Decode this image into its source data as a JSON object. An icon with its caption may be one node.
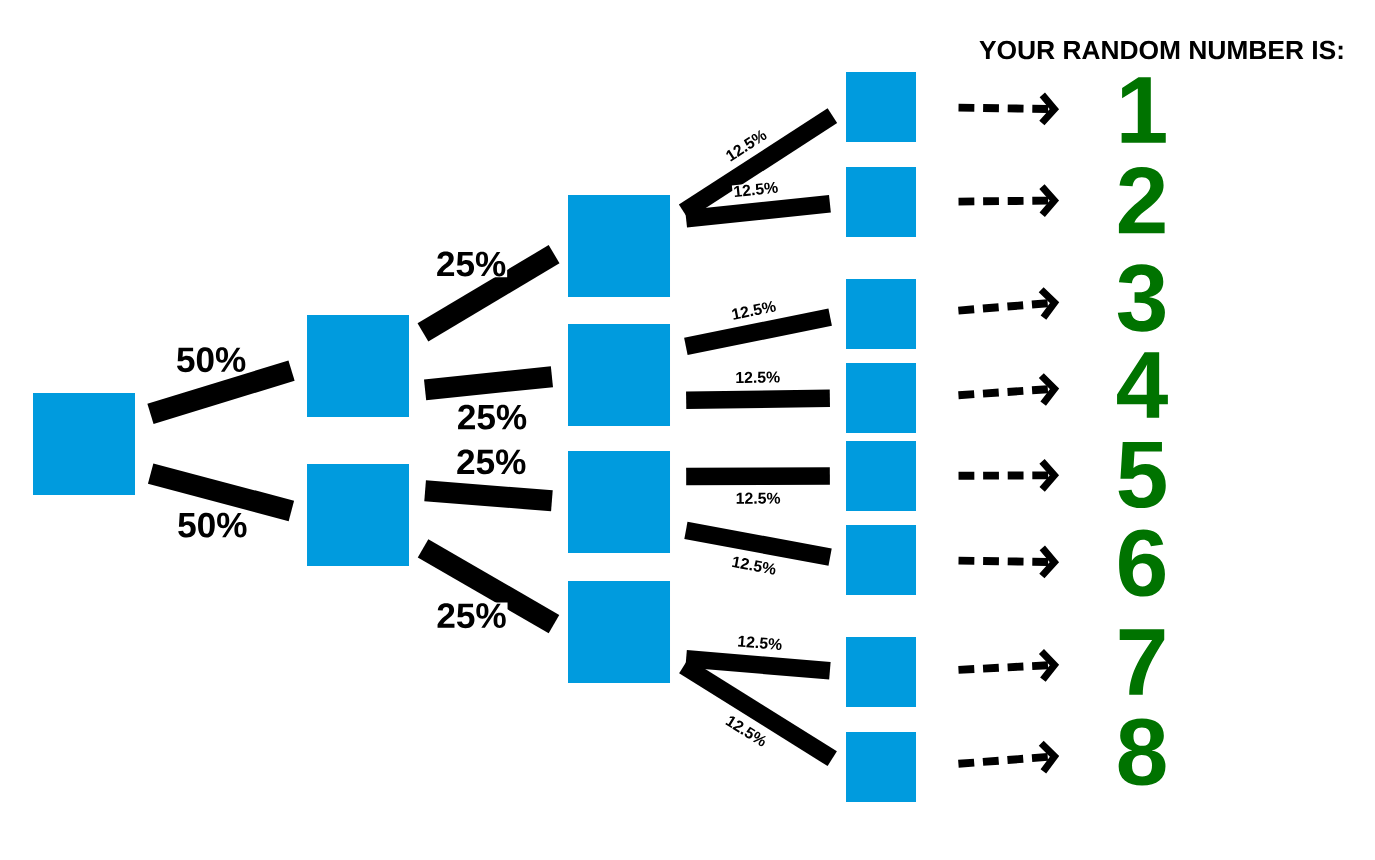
{
  "diagram": {
    "title": "YOUR RANDOM NUMBER IS:",
    "nodes": [
      {
        "text": [],
        "shape": "box"
      },
      {
        "text": [],
        "shape": "box"
      },
      {
        "text": [],
        "shape": "box"
      },
      {
        "text": [],
        "shape": "box"
      },
      {
        "text": [],
        "shape": "box"
      },
      {
        "text": [],
        "shape": "box"
      },
      {
        "text": [],
        "shape": "box"
      },
      {
        "text": [],
        "shape": "box"
      },
      {
        "text": [],
        "shape": "box"
      },
      {
        "text": [],
        "shape": "box"
      },
      {
        "text": [],
        "shape": "box"
      },
      {
        "text": [],
        "shape": "box"
      },
      {
        "text": [],
        "shape": "box"
      },
      {
        "text": [],
        "shape": "box"
      },
      {
        "text": [],
        "shape": "box"
      },
      {
        "text": [
          "1"
        ]
      },
      {
        "text": [
          "2"
        ]
      },
      {
        "text": [
          "3"
        ]
      },
      {
        "text": [
          "4"
        ]
      },
      {
        "text": [
          "5"
        ]
      },
      {
        "text": [
          "6"
        ]
      },
      {
        "text": [
          "7"
        ]
      },
      {
        "text": [
          "8"
        ]
      }
    ],
    "edges": [
      {
        "from": 0,
        "to": 1,
        "arrow": "none",
        "label": "50%"
      },
      {
        "from": 0,
        "to": 2,
        "arrow": "none",
        "label": "50%"
      },
      {
        "from": 1,
        "to": 3,
        "arrow": "none",
        "label": "25%"
      },
      {
        "from": 1,
        "to": 4,
        "arrow": "none",
        "label": "25%"
      },
      {
        "from": 2,
        "to": 5,
        "arrow": "none",
        "label": "25%"
      },
      {
        "from": 2,
        "to": 6,
        "arrow": "none",
        "label": "25%"
      },
      {
        "from": 3,
        "to": 7,
        "arrow": "none",
        "label": "12.5%"
      },
      {
        "from": 3,
        "to": 8,
        "arrow": "none",
        "label": "12.5%"
      },
      {
        "from": 4,
        "to": 9,
        "arrow": "none",
        "label": "12.5%"
      },
      {
        "from": 4,
        "to": 10,
        "arrow": "none",
        "label": "12.5%"
      },
      {
        "from": 5,
        "to": 11,
        "arrow": "none",
        "label": "12.5%"
      },
      {
        "from": 5,
        "to": 12,
        "arrow": "none",
        "label": "12.5%"
      },
      {
        "from": 6,
        "to": 13,
        "arrow": "none",
        "label": "12.5%"
      },
      {
        "from": 6,
        "to": 14,
        "arrow": "none",
        "label": "12.5%"
      },
      {
        "from": 7,
        "to": 15,
        "arrow": "to",
        "style": "dashed"
      },
      {
        "from": 8,
        "to": 16,
        "arrow": "to",
        "style": "dashed"
      },
      {
        "from": 9,
        "to": 17,
        "arrow": "to",
        "style": "dashed"
      },
      {
        "from": 10,
        "to": 18,
        "arrow": "to",
        "style": "dashed"
      },
      {
        "from": 11,
        "to": 19,
        "arrow": "to",
        "style": "dashed"
      },
      {
        "from": 12,
        "to": 20,
        "arrow": "to",
        "style": "dashed"
      },
      {
        "from": 13,
        "to": 21,
        "arrow": "to",
        "style": "dashed"
      },
      {
        "from": 14,
        "to": 22,
        "arrow": "to",
        "style": "dashed"
      }
    ]
  }
}
